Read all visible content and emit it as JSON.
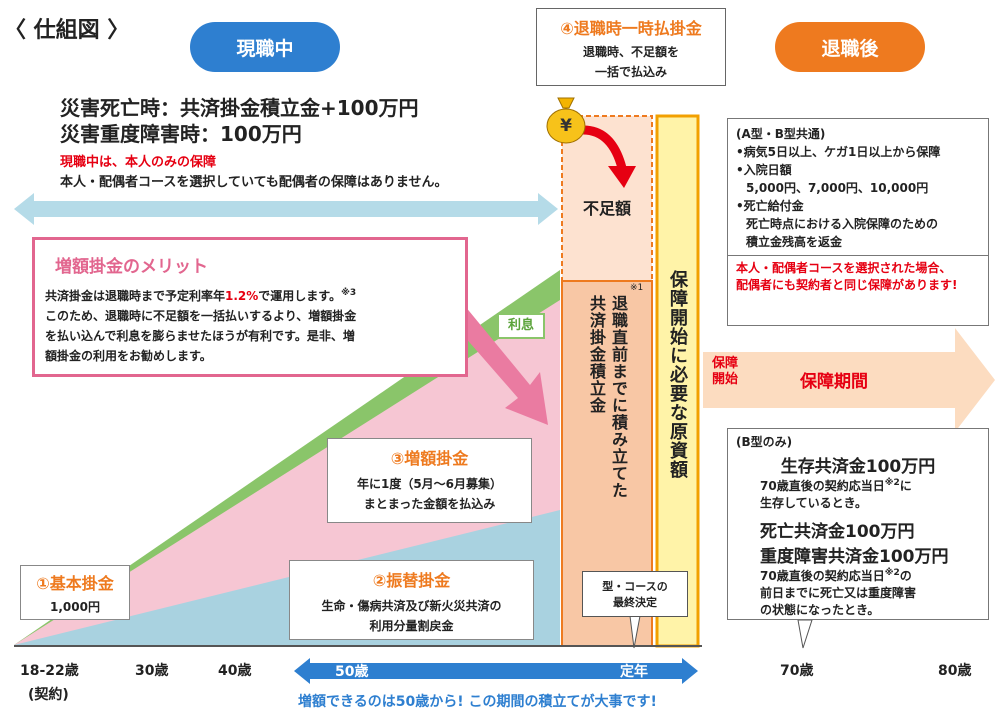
{
  "header": {
    "title": "〈 仕組図 〉",
    "badge_current": "現職中",
    "badge_after": "退職後"
  },
  "colors": {
    "blue_badge": "#2e7fd0",
    "orange_badge": "#ee7a1f",
    "pink": "#e2668f",
    "green": "#8ac56a",
    "light_blue": "#a9d2e0",
    "light_orange": "#f8c7a5",
    "yellow_border": "#f2a000",
    "red": "#e60012"
  },
  "current": {
    "line1": "災害死亡時：共済掛金積立金+100万円",
    "line2": "災害重度障害時：100万円",
    "note_red": "現職中は、本人のみの保障",
    "note": "本人・配偶者コースを選択していても配偶者の保障はありません。"
  },
  "merit": {
    "title": "増額掛金のメリット",
    "l1_a": "共済掛金は退職時まで予定利率年",
    "l1_rate": "1.2%",
    "l1_b": "で運用します。",
    "l1_sup": "※3",
    "l2": "このため、退職時に不足額を一括払いするより、増額掛金",
    "l3": "を払い込んで利息を膨らませたほうが有利です。是非、増",
    "l4": "額掛金の利用をお勧めします。"
  },
  "interest_label": "利息",
  "step1": {
    "title": "①基本掛金",
    "amount": "1,000円"
  },
  "step2": {
    "title": "②振替掛金",
    "l1": "生命・傷病共済及び新火災共済の",
    "l2": "利用分量割戻金"
  },
  "step3": {
    "title": "③増額掛金",
    "l1": "年に1度（5月～6月募集）",
    "l2": "まとまった金額を払込み"
  },
  "step4": {
    "title": "④退職時一時払掛金",
    "l1": "退職時、不足額を",
    "l2": "一括で払込み"
  },
  "yen": "¥",
  "shortfall": "不足額",
  "accumulated": {
    "sup": "※1",
    "col1": "退職直前までに積み立てた",
    "col2": "共済掛金積立金"
  },
  "required": "保障開始に必要な原資額",
  "final_decision": {
    "l1": "型・コースの",
    "l2": "最終決定"
  },
  "after": {
    "ab_title": "(A型・B型共通)",
    "ab1": "•病気5日以上、ケガ1日以上から保障",
    "ab2": "•入院日額",
    "ab3": "5,000円、7,000円、10,000円",
    "ab4": "•死亡給付金",
    "ab5": "死亡時点における入院保障のための",
    "ab6": "積立金残高を返金",
    "red1": "本人・配偶者コースを選択された場合、",
    "red2": "配偶者にも契約者と同じ保障があります!",
    "start1": "保障",
    "start2": "開始",
    "period": "保障期間",
    "b_title": "(B型のみ)",
    "b1": "生存共済金100万円",
    "b2a": "70歳直後の契約応当日",
    "b2sup": "※2",
    "b2b": "に",
    "b3": "生存しているとき。",
    "b4": "死亡共済金100万円",
    "b5": "重度障害共済金100万円",
    "b6a": "70歳直後の契約応当日",
    "b6sup": "※2",
    "b6b": "の",
    "b7": "前日までに死亡又は重度障害",
    "b8": "の状態になったとき。"
  },
  "axis": {
    "age1": "18-22歳",
    "age1b": "(契約)",
    "age2": "30歳",
    "age3": "40歳",
    "age4": "50歳",
    "retire": "定年",
    "age5": "70歳",
    "age6": "80歳",
    "caption": "増額できるのは50歳から! この期間の積立てが大事です!"
  }
}
